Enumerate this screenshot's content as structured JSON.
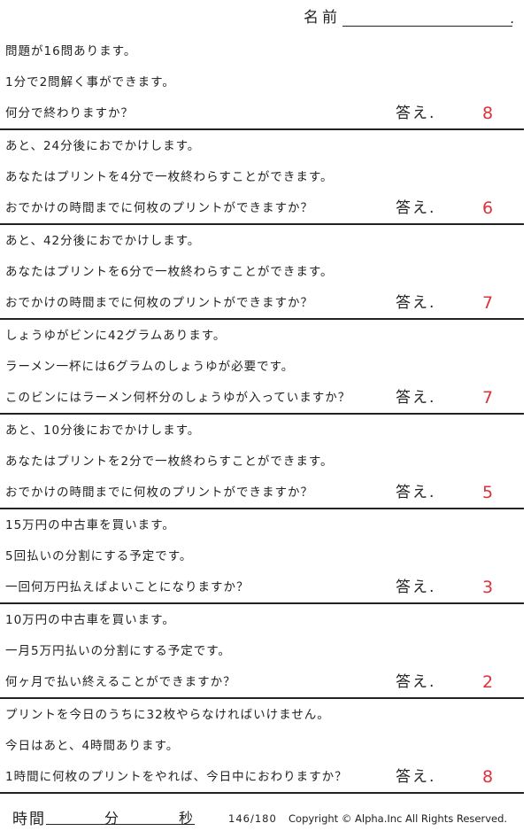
{
  "header": {
    "name_label": "名前",
    "name_dot": "."
  },
  "problems": [
    {
      "lines": [
        "問題が16問あります。",
        "1分で2問解く事ができます。",
        "何分で終わりますか？"
      ],
      "answer_label": "答え.",
      "answer": "8"
    },
    {
      "lines": [
        "あと、24分後におでかけします。",
        "あなたはプリントを4分で一枚終わらすことができます。",
        "おでかけの時間までに何枚のプリントができますか？"
      ],
      "answer_label": "答え.",
      "answer": "6"
    },
    {
      "lines": [
        "あと、42分後におでかけします。",
        "あなたはプリントを6分で一枚終わらすことができます。",
        "おでかけの時間までに何枚のプリントができますか？"
      ],
      "answer_label": "答え.",
      "answer": "7"
    },
    {
      "lines": [
        "しょうゆがビンに42グラムあります。",
        "ラーメン一杯には6グラムのしょうゆが必要です。",
        "このビンにはラーメン何杯分のしょうゆが入っていますか？"
      ],
      "answer_label": "答え.",
      "answer": "7"
    },
    {
      "lines": [
        "あと、10分後におでかけします。",
        "あなたはプリントを2分で一枚終わらすことができます。",
        "おでかけの時間までに何枚のプリントができますか？"
      ],
      "answer_label": "答え.",
      "answer": "5"
    },
    {
      "lines": [
        "15万円の中古車を買います。",
        "5回払いの分割にする予定です。",
        "一回何万円払えばよいことになりますか？"
      ],
      "answer_label": "答え.",
      "answer": "3"
    },
    {
      "lines": [
        "10万円の中古車を買います。",
        "一月5万円払いの分割にする予定です。",
        "何ヶ月で払い終えることができますか？"
      ],
      "answer_label": "答え.",
      "answer": "2"
    },
    {
      "lines": [
        "プリントを今日のうちに32枚やらなければいけません。",
        "今日はあと、4時間あります。",
        "1時間に何枚のプリントをやれば、今日中におわりますか？"
      ],
      "answer_label": "答え.",
      "answer": "8"
    }
  ],
  "footer": {
    "time_label": "時間",
    "minutes_label": "分",
    "seconds_label": "秒",
    "page_number": "146/180",
    "copyright": "Copyright ©  Alpha.Inc All Rights Reserved."
  },
  "colors": {
    "answer": "#e0303a",
    "text": "#222222"
  }
}
